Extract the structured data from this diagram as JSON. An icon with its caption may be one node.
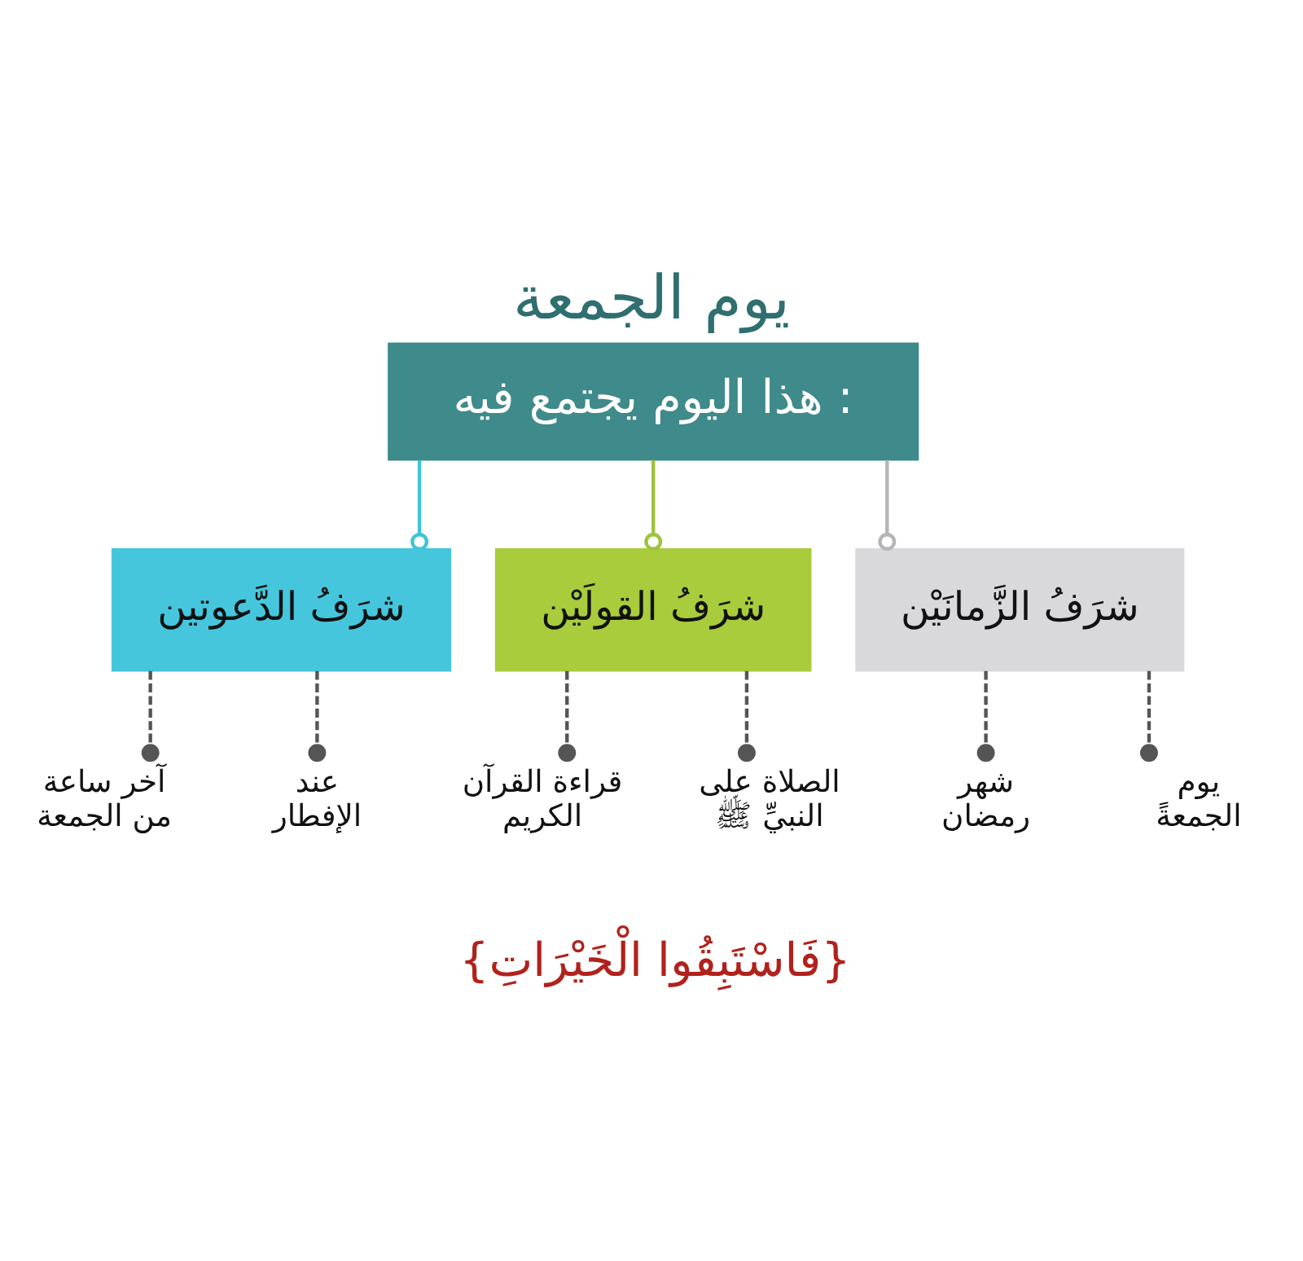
{
  "diagram": {
    "title": "يوم الجمعة",
    "caption": "{فَاسْتَبِقُوا الْخَيْرَاتِ}",
    "nodes": [
      {
        "text": [
          "هذا اليوم يجتمع فيه :"
        ]
      },
      {
        "text": [
          "شرَفُ الزَّمانَيْن"
        ]
      },
      {
        "text": [
          "شرَفُ القولَيْن"
        ]
      },
      {
        "text": [
          "شرَفُ الدَّعوتين"
        ]
      },
      {
        "text": [
          "يوم الجمعةً"
        ]
      },
      {
        "text": [
          "شهر رمضان"
        ]
      },
      {
        "text": [
          "الصلاة على النبيِّ ﷺ"
        ]
      },
      {
        "text": [
          "قراءة القرآن الكريم"
        ]
      },
      {
        "text": [
          "عند الإفطار"
        ]
      },
      {
        "text": [
          "آخر ساعة من الجمعة"
        ]
      }
    ],
    "edges": [
      {
        "from": 0,
        "to": 1,
        "arrow": "other",
        "color": "#b5b5b5"
      },
      {
        "from": 0,
        "to": 2,
        "arrow": "other",
        "color": "#9cc43c"
      },
      {
        "from": 0,
        "to": 3,
        "arrow": "other",
        "color": "#3fc4d9"
      },
      {
        "from": 1,
        "to": 4,
        "arrow": "other",
        "style": "dashed"
      },
      {
        "from": 1,
        "to": 5,
        "arrow": "other",
        "style": "dashed"
      },
      {
        "from": 2,
        "to": 6,
        "arrow": "other",
        "style": "dashed"
      },
      {
        "from": 2,
        "to": 7,
        "arrow": "other",
        "style": "dashed"
      },
      {
        "from": 3,
        "to": 8,
        "arrow": "other",
        "style": "dashed"
      },
      {
        "from": 3,
        "to": 9,
        "arrow": "other",
        "style": "dashed"
      }
    ]
  }
}
